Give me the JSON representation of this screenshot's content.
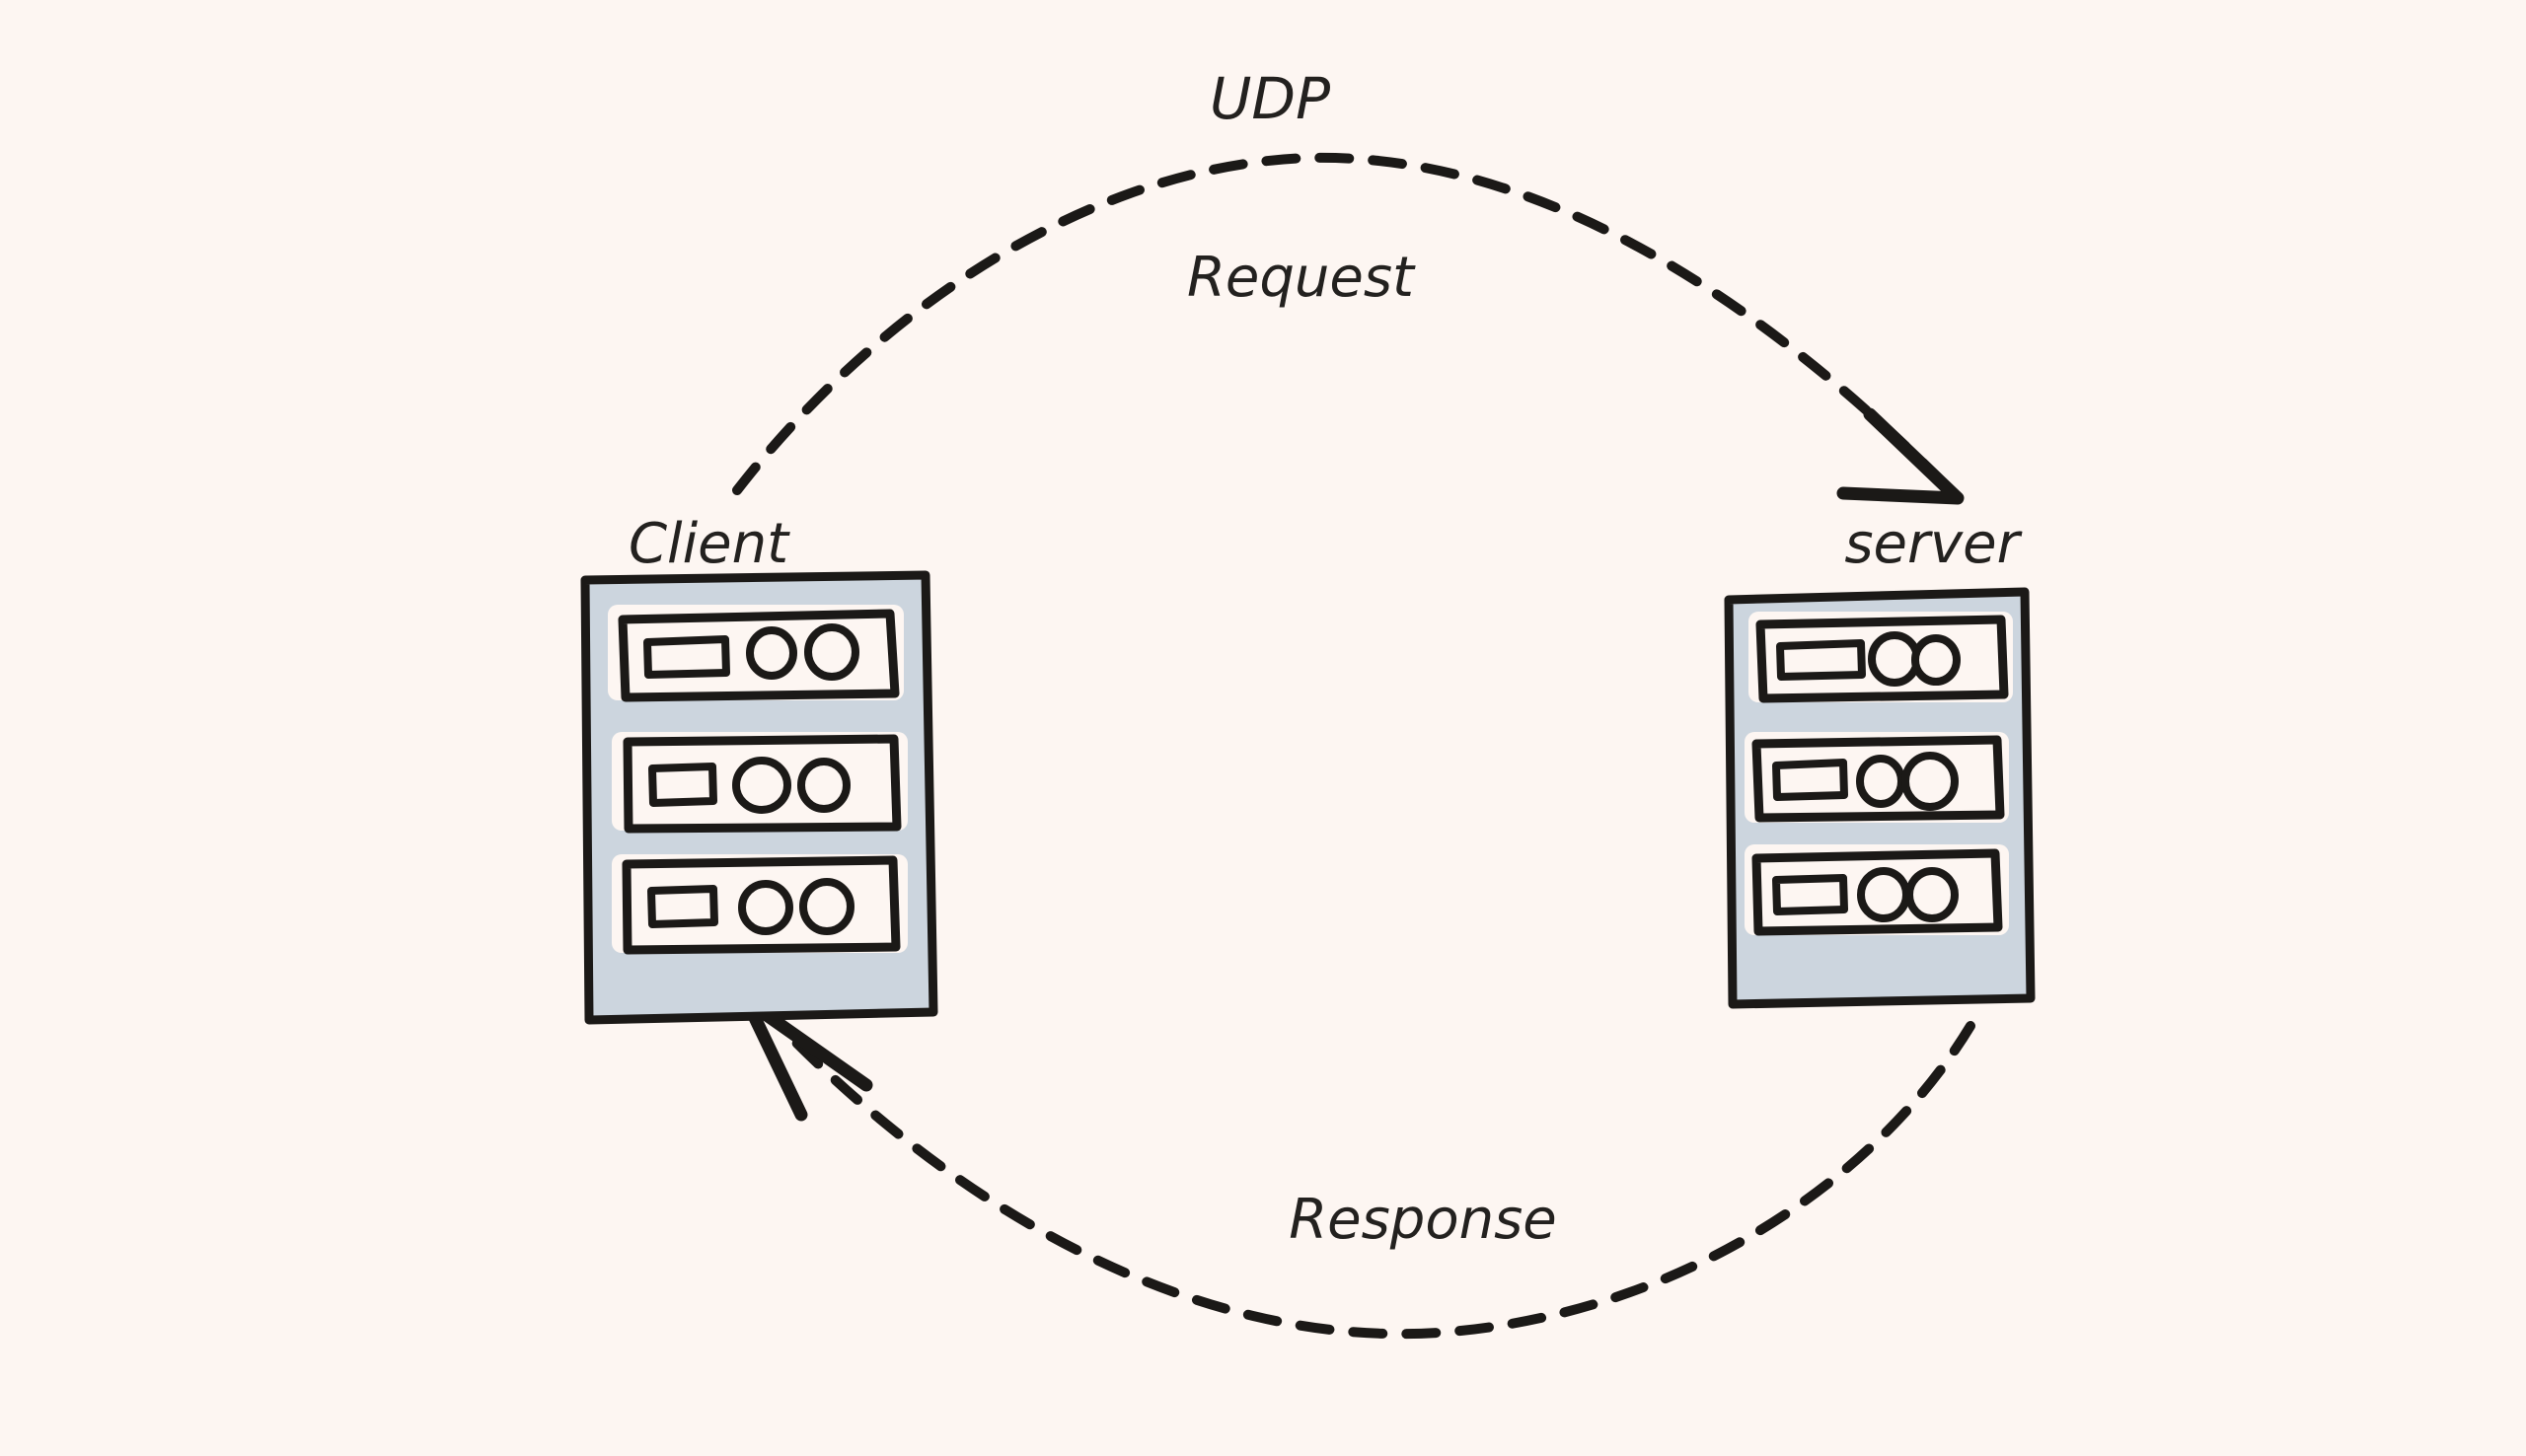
{
  "diagram": {
    "title": "UDP",
    "background_color": "#fdf6f2",
    "ink_color": "#1b1917",
    "node_fill_color": "#ccd5de",
    "style": "hand-drawn sketch"
  },
  "nodes": [
    {
      "id": "client",
      "label": "Client",
      "icon": "server-rack-icon",
      "units": 3
    },
    {
      "id": "server",
      "label": "server",
      "icon": "server-rack-icon",
      "units": 3
    }
  ],
  "edges": [
    {
      "id": "request",
      "label": "Request",
      "from": "client",
      "to": "server",
      "line_style": "dashed",
      "arrow": "end",
      "curve": "arc-above"
    },
    {
      "id": "response",
      "label": "Response",
      "from": "server",
      "to": "client",
      "line_style": "dashed",
      "arrow": "end",
      "curve": "arc-below"
    }
  ]
}
